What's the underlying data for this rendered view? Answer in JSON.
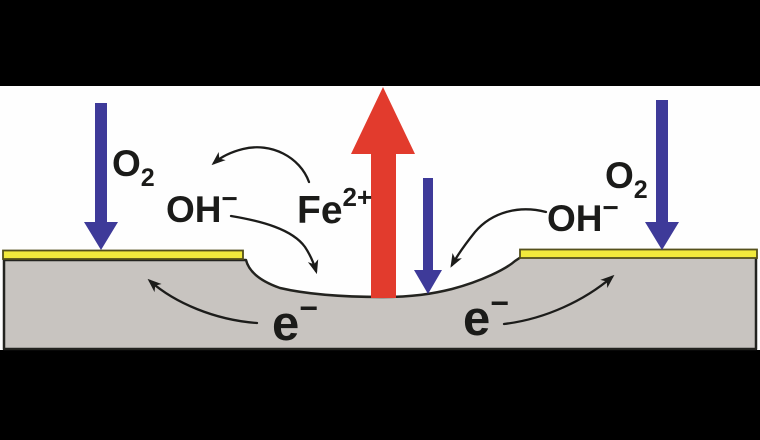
{
  "diagram": {
    "description": "Pitting corrosion of a metal: oxygen reduction at the passive surface, iron dissolution from the pit",
    "labels": {
      "o2_left": {
        "main": "O",
        "sub": "2"
      },
      "oh_left": {
        "main": "OH",
        "sup": "−"
      },
      "fe2": {
        "main": "Fe",
        "sup": "2+"
      },
      "oh_right": {
        "main": "OH",
        "sup": "−"
      },
      "o2_right": {
        "main": "O",
        "sub": "2"
      },
      "e_left": {
        "main": "e",
        "sup": "−"
      },
      "e_right": {
        "main": "e",
        "sup": "−"
      }
    },
    "colors": {
      "background": "#000000",
      "canvas": "#fefefe",
      "metal": "#c8c4c0",
      "passive_layer": "#f2ea3c",
      "passive_layer_edge": "#55511c",
      "oxygen_arrow_blue": "#3e3a99",
      "iron_arrow_red": "#e23b2d",
      "outline": "#23231f",
      "text": "#1b1b19"
    },
    "arrows": {
      "o2-down-left": {
        "style": "straight",
        "direction": "down",
        "color": "#3e3a99"
      },
      "o2-down-center": {
        "style": "straight",
        "direction": "down",
        "color": "#3e3a99"
      },
      "o2-down-right": {
        "style": "straight",
        "direction": "down",
        "color": "#3e3a99"
      },
      "fe2-up-center": {
        "style": "straight",
        "direction": "up",
        "color": "#e23b2d"
      },
      "reaction-curve-upper-left": {
        "style": "curved",
        "from": "Fe2+",
        "to": "upper left",
        "color": "#1c1c1a"
      },
      "reaction-curve-oh-left-to-pit": {
        "style": "curved",
        "from": "OH- left",
        "to": "pit",
        "color": "#1c1c1a"
      },
      "reaction-curve-oh-right-to-pit": {
        "style": "curved",
        "from": "OH- right",
        "to": "pit",
        "color": "#1c1c1a"
      },
      "electron-path-left": {
        "style": "curved",
        "from": "pit",
        "to": "cathode left",
        "color": "#1c1c1a"
      },
      "electron-path-right": {
        "style": "curved",
        "from": "pit",
        "to": "cathode right",
        "color": "#1c1c1a"
      }
    }
  }
}
